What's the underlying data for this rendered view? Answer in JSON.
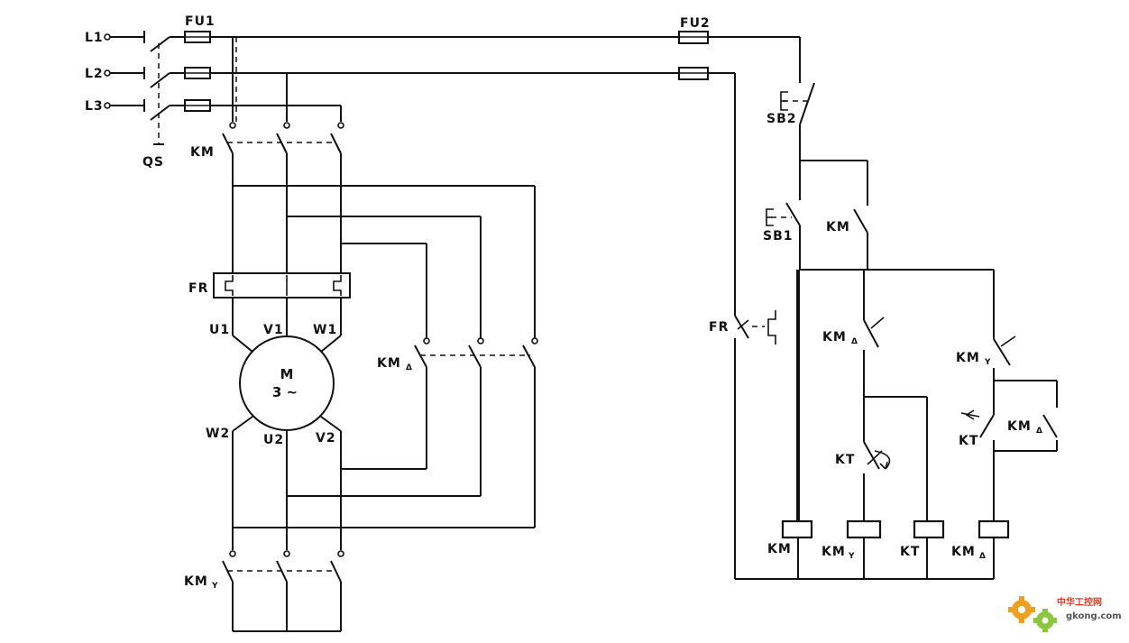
{
  "labels": {
    "l1": "L1",
    "l2": "L2",
    "l3": "L3",
    "qs": "QS",
    "fu1": "FU1",
    "fu2": "FU2",
    "km_main": "KM",
    "fr_main": "FR",
    "u1": "U1",
    "v1": "V1",
    "w1": "W1",
    "w2": "W2",
    "u2": "U2",
    "v2": "V2",
    "motor_m": "M",
    "motor_phase": "3 ~",
    "km_delta_main": "KM",
    "km_y_main": "KM",
    "sb2": "SB2",
    "sb1": "SB1",
    "km_hold": "KM",
    "fr_ctrl": "FR",
    "km_delta_nc": "KM",
    "km_y_nc": "KM",
    "kt_nc": "KT",
    "kt_no": "KT",
    "km_delta_no": "KM",
    "coil_km": "KM",
    "coil_kmy": "KM",
    "coil_kt": "KT",
    "coil_kmd": "KM",
    "sub_y": "Y",
    "sub_delta": "Δ"
  },
  "watermark": {
    "line1": "中华工控网",
    "line2": "gkong.com",
    "colors": {
      "gear_orange": "#f0a020",
      "gear_green": "#8cc63f",
      "text_red": "#e03a1e"
    }
  }
}
